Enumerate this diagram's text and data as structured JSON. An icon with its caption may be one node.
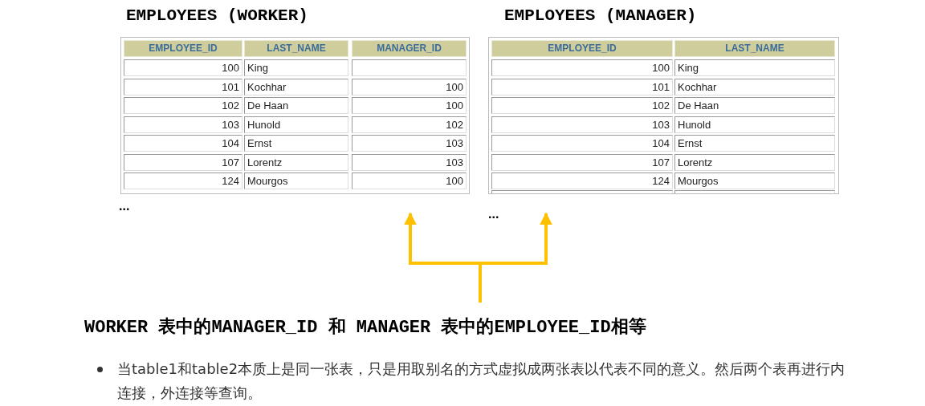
{
  "diagram": {
    "nodes": [
      {
        "text": [
          "EMPLOYEES (WORKER)"
        ]
      },
      {
        "text": [
          "EMPLOYEES (MANAGER)"
        ]
      },
      {
        "text": [
          "WORKER 表中的MANAGER_ID 和 MANAGER 表中的EMPLOYEE_ID相等"
        ]
      }
    ],
    "edges": [
      {
        "from": 2,
        "to": 0,
        "arrow": "to",
        "color": "#ffc000"
      },
      {
        "from": 2,
        "to": 1,
        "arrow": "to",
        "color": "#ffc000"
      }
    ],
    "labels": [
      "EMPLOYEE_ID",
      "LAST_NAME",
      "MANAGER_ID",
      "100",
      "King",
      "101",
      "Kochhar",
      "100",
      "102",
      "De Haan",
      "100",
      "103",
      "Hunold",
      "102",
      "104",
      "Ernst",
      "103",
      "107",
      "Lorentz",
      "103",
      "124",
      "Mourgos",
      "100",
      "...",
      "EMPLOYEE_ID",
      "LAST_NAME",
      "100",
      "King",
      "101",
      "Kochhar",
      "102",
      "De Haan",
      "103",
      "Hunold",
      "104",
      "Ernst",
      "107",
      "Lorentz",
      "124",
      "Mourgos",
      "...",
      "当table1和table2本质上是同一张表，只是用取别名的方式虚拟成两张表以代表不同的意义。然后两个表再进行内连接，外连接等查询。"
    ]
  }
}
